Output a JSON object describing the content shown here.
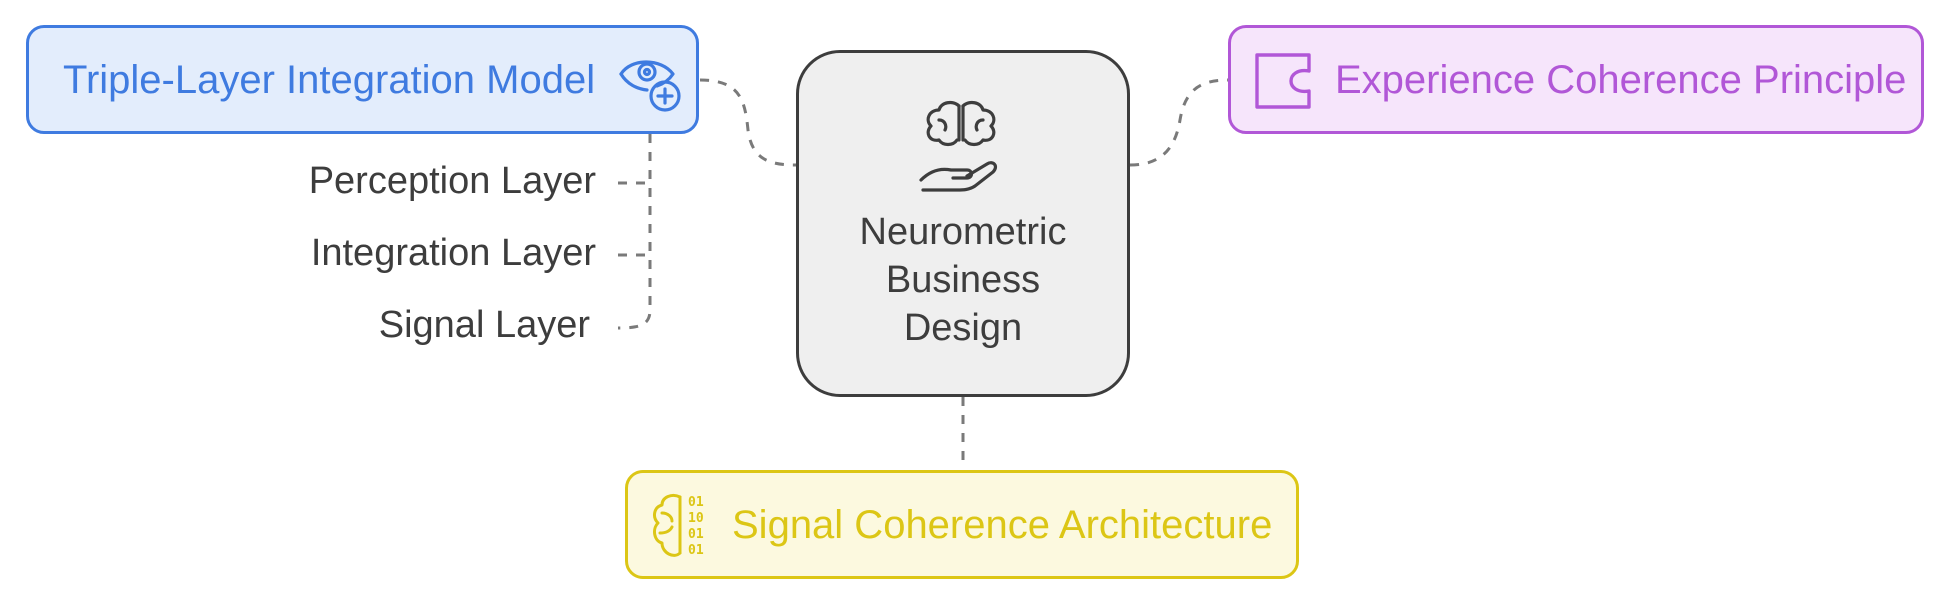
{
  "center": {
    "lines": [
      "Neurometric",
      "Business",
      "Design"
    ],
    "icon": "brain-hand-icon"
  },
  "nodes": {
    "triple_layer": {
      "label": "Triple-Layer Integration Model",
      "icon": "eye-plus-icon",
      "color": "#3f7be0",
      "fill": "#e3edfc"
    },
    "experience": {
      "label": "Experience Coherence Principle",
      "icon": "puzzle-piece-icon",
      "color": "#b157d7",
      "fill": "#f6e5fb"
    },
    "signal_arch": {
      "label": "Signal Coherence Architecture",
      "icon": "binary-brain-icon",
      "color": "#dcc615",
      "fill": "#fcf9df"
    }
  },
  "layers": [
    "Perception Layer",
    "Integration Layer",
    "Signal Layer"
  ],
  "colors": {
    "center_fill": "#efefef",
    "center_stroke": "#3d3d3d",
    "connector": "#7a7a7a",
    "text": "#3d3d3d"
  }
}
